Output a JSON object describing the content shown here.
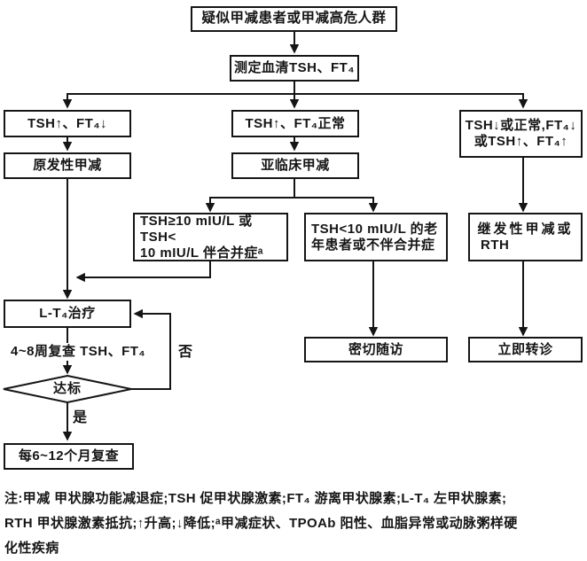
{
  "colors": {
    "background": "#ffffff",
    "ink": "#151515"
  },
  "flowchart": {
    "nodes": {
      "suspected": "疑似甲减患者或甲减高危人群",
      "measure": "测定血清TSH、FT₄",
      "tsh_up_ft4_down": "TSH↑、FT₄↓",
      "primary_hypo": "原发性甲减",
      "tsh_up_ft4_normal": "TSH↑、FT₄正常",
      "subclinical_hypo": "亚临床甲减",
      "right_pattern_line1": "TSH↓或正常,FT₄↓",
      "right_pattern_line2": "或TSH↑、FT₄↑",
      "tsh_ge10_line1": "TSH≥10 mIU/L 或 TSH<",
      "tsh_ge10_line2": "10 mIU/L 伴合并症ᵃ",
      "tsh_lt10_line1": "TSH<10 mIU/L 的老",
      "tsh_lt10_line2": "年患者或不伴合并症",
      "secondary_line1": "继发性甲减或",
      "secondary_line2": "RTH",
      "lt4_treatment": "L-T₄治疗",
      "recheck_4_8w": "4~8周复查 TSH、FT₄",
      "target_reached": "达标",
      "label_yes": "是",
      "label_no": "否",
      "recheck_6_12m": "每6~12个月复查",
      "close_followup": "密切随访",
      "immediate_referral": "立即转诊"
    },
    "notes_lines": [
      "注:甲减 甲状腺功能减退症;TSH 促甲状腺激素;FT₄ 游离甲状腺素;L-T₄ 左甲状腺素;",
      "RTH 甲状腺激素抵抗;↑升高;↓降低;ᵃ甲减症状、TPOAb 阳性、血脂异常或动脉粥样硬",
      "化性疾病"
    ]
  }
}
